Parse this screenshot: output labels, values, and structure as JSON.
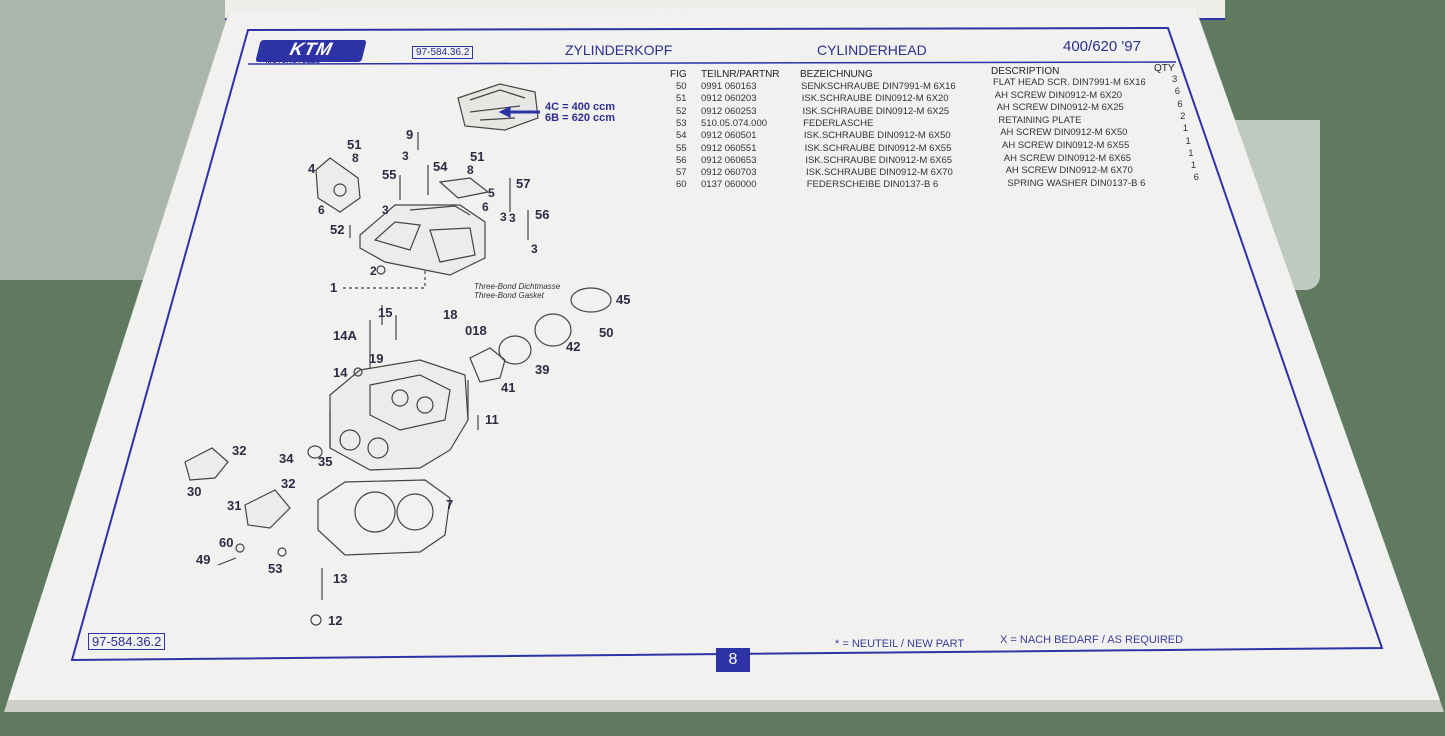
{
  "header": {
    "logo_text": "KTM",
    "logo_subtext": "MOTORCYCLES",
    "doc_number": "97-584.36.2",
    "title_de": "ZYLINDERKOPF",
    "title_en": "CYLINDERHEAD",
    "model": "400/620 '97"
  },
  "table": {
    "columns": {
      "fig": "FIG",
      "part": "TEILNR/PARTNR",
      "desc_de": "BEZEICHNUNG",
      "desc_en": "DESCRIPTION",
      "qty": "QTY"
    },
    "rows": [
      {
        "fig": "50",
        "part": "0991 060163",
        "de": "SENKSCHRAUBE DIN7991-M 6X16",
        "en": "FLAT HEAD SCR. DIN7991-M 6X16",
        "qty": "3"
      },
      {
        "fig": "51",
        "part": "0912 060203",
        "de": "ISK.SCHRAUBE DIN0912-M 6X20",
        "en": "AH SCREW DIN0912-M 6X20",
        "qty": "6"
      },
      {
        "fig": "52",
        "part": "0912 060253",
        "de": "ISK.SCHRAUBE DIN0912-M 6X25",
        "en": "AH SCREW DIN0912-M 6X25",
        "qty": "6"
      },
      {
        "fig": "53",
        "part": "510.05.074.000",
        "de": "FEDERLASCHE",
        "en": "RETAINING PLATE",
        "qty": "2"
      },
      {
        "fig": "54",
        "part": "0912 060501",
        "de": "ISK.SCHRAUBE DIN0912-M 6X50",
        "en": "AH SCREW DIN0912-M 6X50",
        "qty": "1"
      },
      {
        "fig": "55",
        "part": "0912 060551",
        "de": "ISK.SCHRAUBE DIN0912-M 6X55",
        "en": "AH SCREW DIN0912-M 6X55",
        "qty": "1"
      },
      {
        "fig": "56",
        "part": "0912 060653",
        "de": "ISK.SCHRAUBE DIN0912-M 6X65",
        "en": "AH SCREW DIN0912-M 6X65",
        "qty": "1"
      },
      {
        "fig": "57",
        "part": "0912 060703",
        "de": "ISK.SCHRAUBE DIN0912-M 6X70",
        "en": "AH SCREW DIN0912-M 6X70",
        "qty": "1"
      },
      {
        "fig": "60",
        "part": "0137 060000",
        "de": "FEDERSCHEIBE DIN0137-B 6",
        "en": "SPRING WASHER DIN0137-B 6",
        "qty": "6"
      }
    ]
  },
  "diagram": {
    "ccm_label_1": "4C = 400 ccm",
    "ccm_label_2": "6B = 620 ccm",
    "gasket_note_de": "Three-Bond Dichtmasse",
    "gasket_note_en": "Three-Bond Gasket",
    "callouts": [
      "51",
      "8",
      "9",
      "3",
      "4",
      "6",
      "55",
      "54",
      "51",
      "8",
      "57",
      "3",
      "5",
      "3",
      "6",
      "3",
      "56",
      "52",
      "3",
      "2",
      "1",
      "15",
      "18",
      "018",
      "45",
      "50",
      "42",
      "14A",
      "19",
      "39",
      "14",
      "41",
      "11",
      "32",
      "34",
      "35",
      "30",
      "32",
      "31",
      "7",
      "60",
      "49",
      "53",
      "13",
      "12"
    ]
  },
  "footer": {
    "doc_number": "97-584.36.2",
    "new_part_note": "* = NEUTEIL / NEW PART",
    "as_required_note": "X = NACH BEDARF / AS REQUIRED",
    "page_number": "8"
  },
  "colors": {
    "accent": "#2d33a6",
    "paper": "#f1f1ef",
    "background": "#5f7a5e"
  }
}
